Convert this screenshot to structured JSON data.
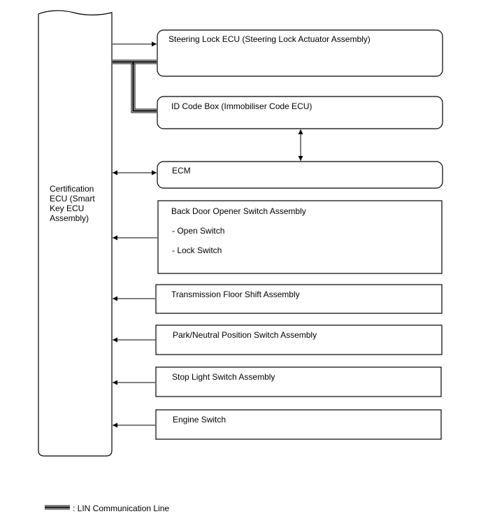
{
  "certification_ecu": {
    "label": "Certification ECU (Smart Key ECU Assembly)"
  },
  "components": {
    "steering_lock": "Steering Lock ECU (Steering Lock Actuator Assembly)",
    "id_code_box": "ID Code Box (Immobiliser Code ECU)",
    "ecm": "ECM",
    "back_door": {
      "title": "Back Door Opener Switch Assembly",
      "items": [
        "- Open Switch",
        "- Lock Switch"
      ]
    },
    "transmission": "Transmission Floor Shift Assembly",
    "park_neutral": "Park/Neutral Position Switch Assembly",
    "stop_light": "Stop Light Switch Assembly",
    "engine_switch": "Engine Switch"
  },
  "legend": {
    "lin_line": ": LIN Communication Line"
  }
}
